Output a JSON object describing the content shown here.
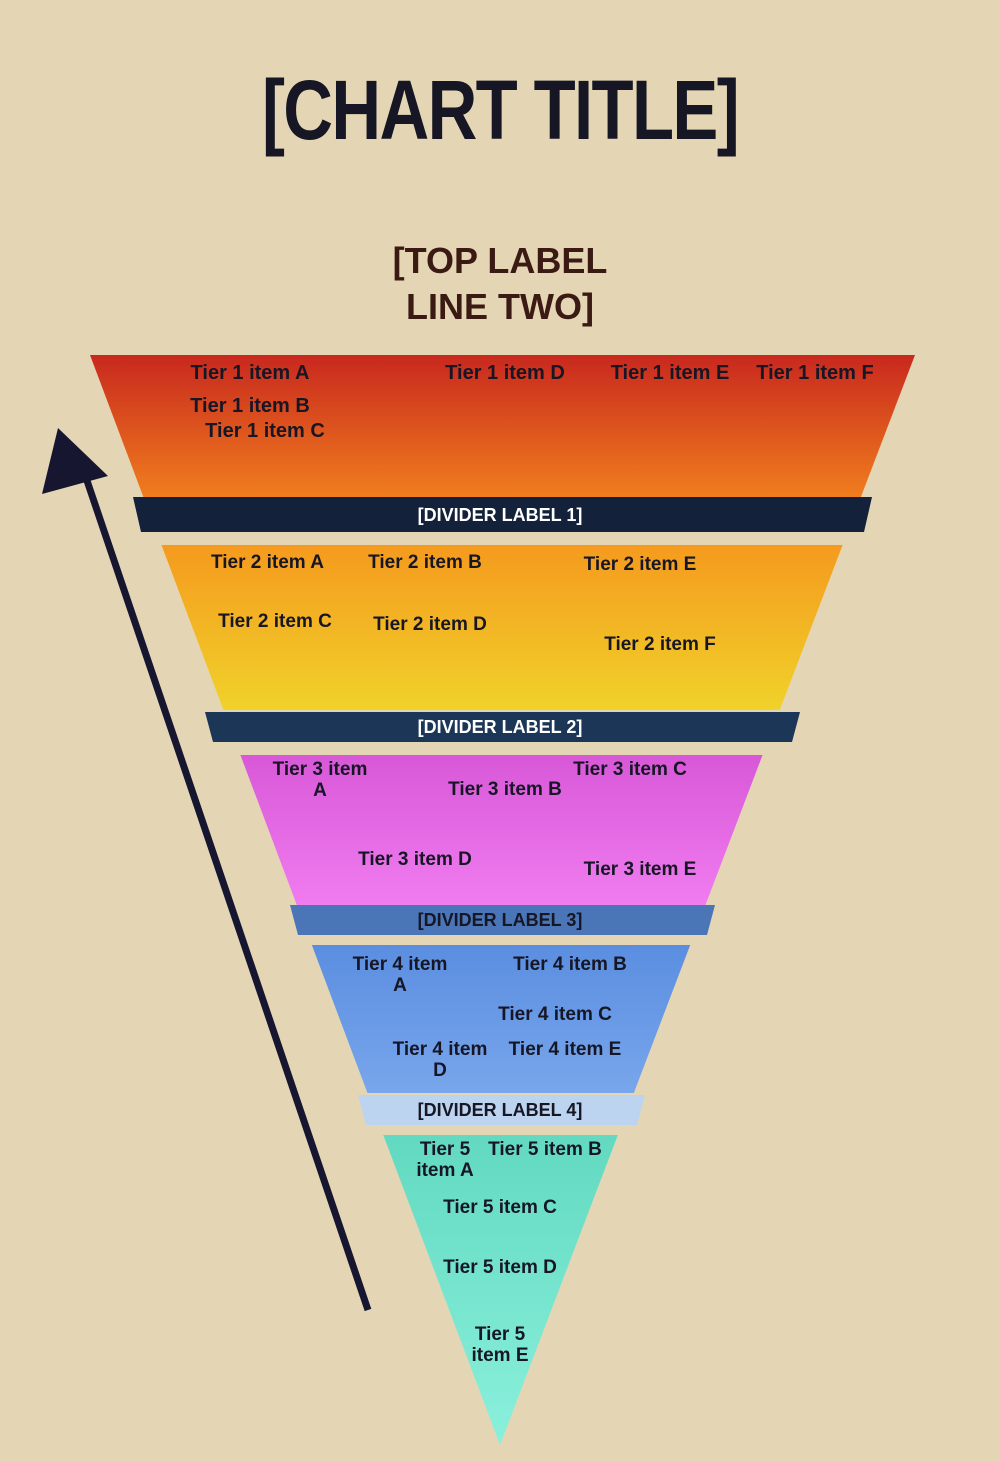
{
  "title": "[CHART TITLE]",
  "subtitle_line1": "[TOP LABEL",
  "subtitle_line2": "LINE TWO]",
  "tiers": [
    {
      "color_top": "#c8281e",
      "color_bottom": "#f07d1e",
      "items": [
        "Tier 1 item A",
        "Tier 1 item B",
        "Tier 1 item C",
        "Tier 1 item D",
        "Tier 1 item E",
        "Tier 1 item F"
      ]
    },
    {
      "color_top": "#f59a1e",
      "color_bottom": "#f0d22a",
      "items": [
        "Tier 2 item A",
        "Tier 2 item B",
        "Tier 2 item C",
        "Tier 2 item D",
        "Tier 2 item E",
        "Tier 2 item F"
      ]
    },
    {
      "color_top": "#d858d8",
      "color_bottom": "#f07cf0",
      "items": [
        "Tier 3 item A",
        "Tier 3 item B",
        "Tier 3 item C",
        "Tier 3 item D",
        "Tier 3 item E"
      ]
    },
    {
      "color_top": "#5b8ee0",
      "color_bottom": "#78a6ec",
      "items": [
        "Tier 4 item A",
        "Tier 4 item B",
        "Tier 4 item C",
        "Tier 4 item D",
        "Tier 4 item E"
      ]
    },
    {
      "color_top": "#62d9c0",
      "color_bottom": "#8af0dc",
      "items": [
        "Tier 5 item A",
        "Tier 5 item B",
        "Tier 5 item C",
        "Tier 5 item D",
        "Tier 5 item E"
      ]
    }
  ],
  "dividers": [
    {
      "label": "[DIVIDER LABEL 1]",
      "color": "#14213a",
      "text_color": "#ffffff"
    },
    {
      "label": "[DIVIDER LABEL 2]",
      "color": "#1c3658",
      "text_color": "#ffffff"
    },
    {
      "label": "[DIVIDER LABEL 3]",
      "color": "#4a76b8",
      "text_color": "#161625"
    },
    {
      "label": "[DIVIDER LABEL 4]",
      "color": "#bcd4f0",
      "text_color": "#161625"
    }
  ],
  "arrow_color": "#161630"
}
